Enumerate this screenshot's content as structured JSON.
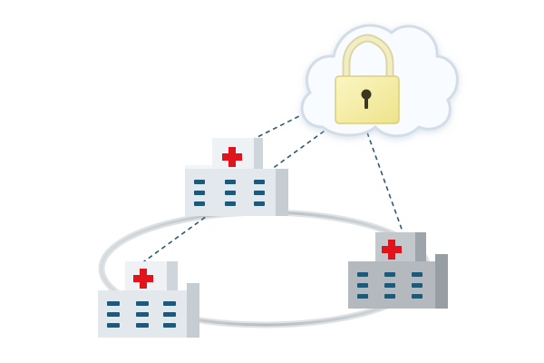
{
  "illustration": {
    "icons": {
      "cloud": "cloud-icon",
      "padlock": "padlock-icon",
      "hospital": "hospital-building-icon",
      "cross": "medical-cross-icon"
    },
    "colors": {
      "background": "#ffffff",
      "cloud_fill": "#f8fbff",
      "cloud_outline": "#d3dde8",
      "lock_body": "#f5ec9b",
      "lock_shackle": "#e9e4b6",
      "lock_keyhole": "#3b3822",
      "network_ring": "#c7cdd1",
      "dashed_link": "#2f5970",
      "building_light": "#e2e8ec",
      "building_gray": "#b3b9bd",
      "window_blue": "#1f5878",
      "cross_red": "#e1141b"
    },
    "links": [
      {
        "from": "cloud",
        "to": "top-hospital"
      },
      {
        "from": "cloud",
        "to": "bottom-left-hospital"
      },
      {
        "from": "cloud",
        "to": "right-hospital"
      }
    ]
  }
}
